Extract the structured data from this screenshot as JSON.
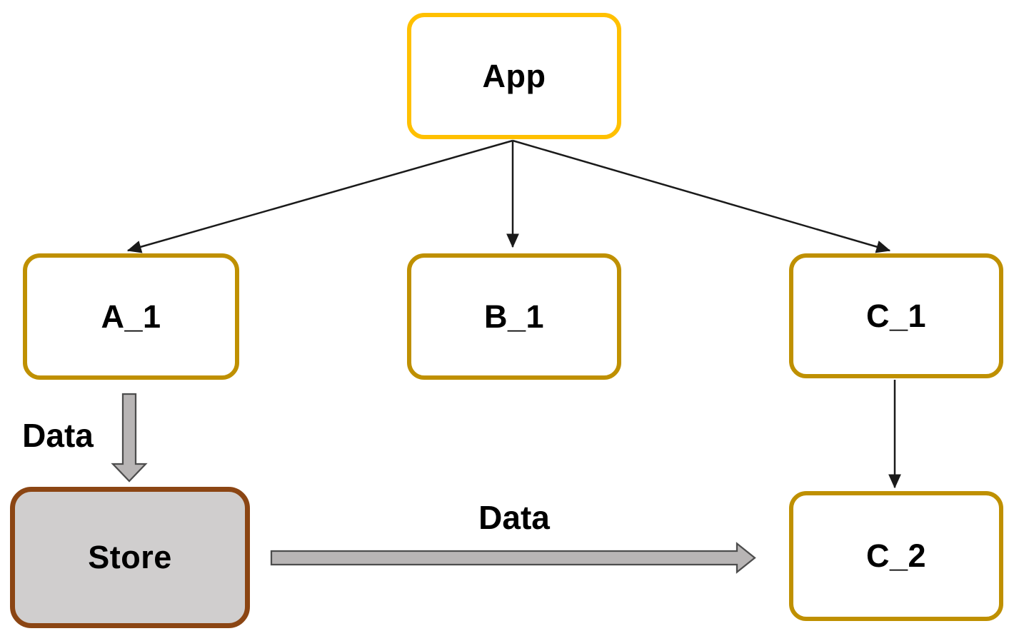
{
  "nodes": {
    "app": {
      "label": "App"
    },
    "a1": {
      "label": "A_1"
    },
    "b1": {
      "label": "B_1"
    },
    "c1": {
      "label": "C_1"
    },
    "c2": {
      "label": "C_2"
    },
    "store": {
      "label": "Store"
    }
  },
  "edge_labels": {
    "a1_to_store": "Data",
    "store_to_c2": "Data"
  },
  "colors": {
    "app_border": "#FFC000",
    "child_border": "#BF9000",
    "store_border": "#8B4513",
    "store_fill": "#D0CECE",
    "thick_arrow_fill": "#B8B5B5",
    "thick_arrow_stroke": "#4D4D4D",
    "thin_arrow": "#1A1A1A",
    "text": "#000000",
    "background": "#FFFFFF"
  }
}
